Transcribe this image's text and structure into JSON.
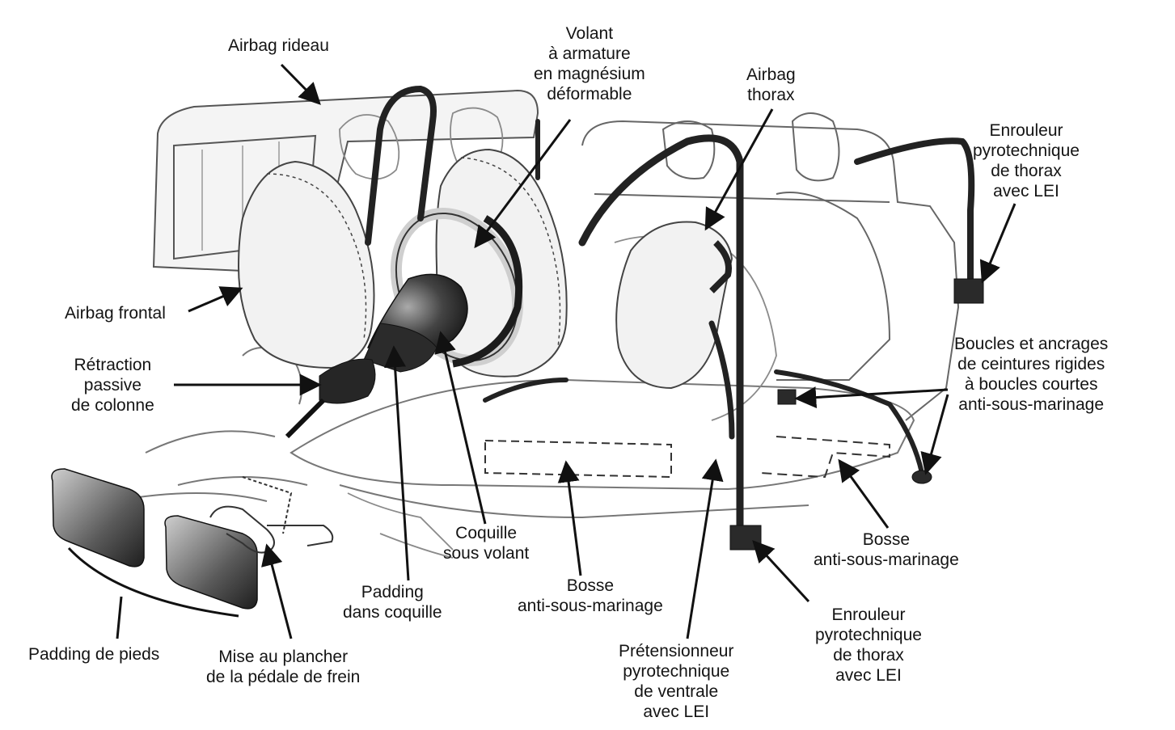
{
  "labels": {
    "airbag_rideau": "Airbag rideau",
    "volant_armature": "Volant\nà armature\nen magnésium\ndéformable",
    "airbag_thorax": "Airbag\nthorax",
    "enrouleur_rear": "Enrouleur\npyrotechnique\nde thorax\navec LEI",
    "airbag_frontal": "Airbag frontal",
    "retraction_colonne": "Rétraction\npassive\nde colonne",
    "boucles_ancrages": "Boucles et ancrages\nde ceintures rigides\nà boucles courtes\nanti-sous-marinage",
    "coquille_sous_volant": "Coquille\nsous volant",
    "bosse_front": "Bosse\nanti-sous-marinage",
    "bosse_rear": "Bosse\nanti-sous-marinage",
    "padding_coquille": "Padding\ndans coquille",
    "padding_pieds": "Padding de pieds",
    "mise_plancher": "Mise au plancher\nde la pédale de frein",
    "pretensionneur": "Prétensionneur\npyrotechnique\nde ventrale\navec LEI",
    "enrouleur_front": "Enrouleur\npyrotechnique\nde thorax\navec LEI"
  },
  "colors": {
    "line": "#1a1a1a",
    "light_line": "#555555",
    "airbag_fill": "#f2f2f2",
    "dark_part": "#2b2b2b",
    "belt": "#222222"
  }
}
